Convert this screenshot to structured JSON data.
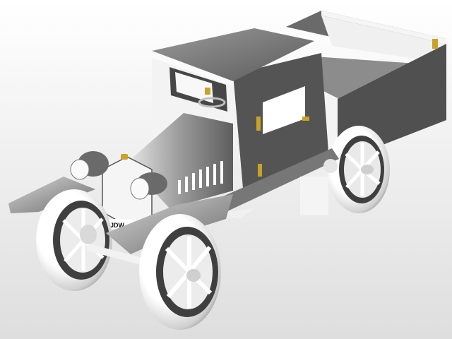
{
  "scene": {
    "subject": "vintage pickup truck 3D model",
    "view": "isometric front-left",
    "background": {
      "top": "#ffffff",
      "bottom": "#dedede"
    }
  },
  "model": {
    "license_plate": "JDW",
    "body_color": "#f2f2f2",
    "shadow_color": "#4a4a4a",
    "mid_color": "#8a8a8a",
    "brass_color": "#c9a227",
    "parts": [
      "cab",
      "roof",
      "windshield",
      "steering-wheel",
      "hood",
      "radiator",
      "headlamps",
      "front-fenders",
      "front-wheels",
      "rear-wheel",
      "truck-bed",
      "running-board",
      "door-hinges",
      "door-handle",
      "radiator-cap"
    ]
  }
}
